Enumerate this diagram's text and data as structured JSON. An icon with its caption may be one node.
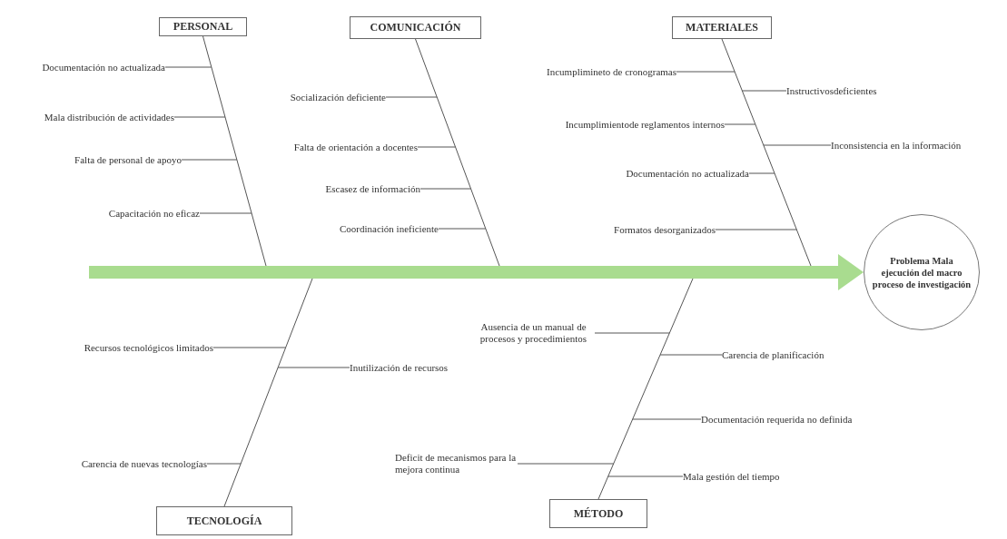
{
  "diagram": {
    "nodes": [
      {
        "text": [
          "PERSONAL"
        ]
      },
      {
        "text": [
          "Documentación no actualizada"
        ]
      },
      {
        "text": [
          "Mala distribución de actividades"
        ]
      },
      {
        "text": [
          "Falta de personal de apoyo"
        ]
      },
      {
        "text": [
          "Capacitación no eficaz"
        ]
      },
      {
        "text": [
          "COMUNICACIÓN"
        ]
      },
      {
        "text": [
          "Socialización deficiente"
        ]
      },
      {
        "text": [
          "Falta de orientación a docentes"
        ]
      },
      {
        "text": [
          "Escasez de información"
        ]
      },
      {
        "text": [
          "Coordinación ineficiente"
        ]
      },
      {
        "text": [
          "MATERIALES"
        ]
      },
      {
        "text": [
          "Incumplimineto de cronogramas"
        ]
      },
      {
        "text": [
          "Instructivosdeficientes"
        ]
      },
      {
        "text": [
          "Incumplimientode reglamentos internos"
        ]
      },
      {
        "text": [
          "Inconsistencia en la información"
        ]
      },
      {
        "text": [
          "Documentación no actualizada"
        ]
      },
      {
        "text": [
          "Formatos desorganizados"
        ]
      },
      {
        "text": [
          "Problema Mala ejecución del macro proceso de investigación"
        ]
      },
      {
        "text": [
          "TECNOLOGÍA"
        ]
      },
      {
        "text": [
          "Recursos tecnológicos limitados"
        ]
      },
      {
        "text": [
          "Inutilización de recursos"
        ]
      },
      {
        "text": [
          "Carencia de nuevas tecnologías"
        ]
      },
      {
        "text": [
          "MÉTODO"
        ]
      },
      {
        "text": [
          "Ausencia de un manual de procesos y procedimientos"
        ]
      },
      {
        "text": [
          "Carencia de planificación"
        ]
      },
      {
        "text": [
          "Documentación requerida no definida"
        ]
      },
      {
        "text": [
          "Deficit de mecanismos para la mejora continua"
        ]
      },
      {
        "text": [
          "Mala gestión del tiempo"
        ]
      }
    ],
    "edges": [
      {
        "from": null,
        "to": 17,
        "arrow": "to",
        "style": "thick",
        "color": "#a9dc8f"
      },
      {
        "from": 0,
        "to": null,
        "arrow": "none"
      },
      {
        "from": 1,
        "to": null,
        "arrow": "none"
      },
      {
        "from": 2,
        "to": null,
        "arrow": "none"
      },
      {
        "from": 3,
        "to": null,
        "arrow": "none"
      },
      {
        "from": 4,
        "to": null,
        "arrow": "none"
      },
      {
        "from": 5,
        "to": null,
        "arrow": "none"
      },
      {
        "from": 6,
        "to": null,
        "arrow": "none"
      },
      {
        "from": 7,
        "to": null,
        "arrow": "none"
      },
      {
        "from": 8,
        "to": null,
        "arrow": "none"
      },
      {
        "from": 9,
        "to": null,
        "arrow": "none"
      },
      {
        "from": 10,
        "to": null,
        "arrow": "none"
      },
      {
        "from": 11,
        "to": null,
        "arrow": "none"
      },
      {
        "from": 12,
        "to": null,
        "arrow": "none"
      },
      {
        "from": 13,
        "to": null,
        "arrow": "none"
      },
      {
        "from": 14,
        "to": null,
        "arrow": "none"
      },
      {
        "from": 15,
        "to": null,
        "arrow": "none"
      },
      {
        "from": 16,
        "to": null,
        "arrow": "none"
      },
      {
        "from": 18,
        "to": null,
        "arrow": "none"
      },
      {
        "from": 19,
        "to": null,
        "arrow": "none"
      },
      {
        "from": 20,
        "to": null,
        "arrow": "none"
      },
      {
        "from": 21,
        "to": null,
        "arrow": "none"
      },
      {
        "from": 22,
        "to": null,
        "arrow": "none"
      },
      {
        "from": 23,
        "to": null,
        "arrow": "none"
      },
      {
        "from": 24,
        "to": null,
        "arrow": "none"
      },
      {
        "from": 25,
        "to": null,
        "arrow": "none"
      },
      {
        "from": 26,
        "to": null,
        "arrow": "none"
      },
      {
        "from": 27,
        "to": null,
        "arrow": "none"
      }
    ]
  }
}
